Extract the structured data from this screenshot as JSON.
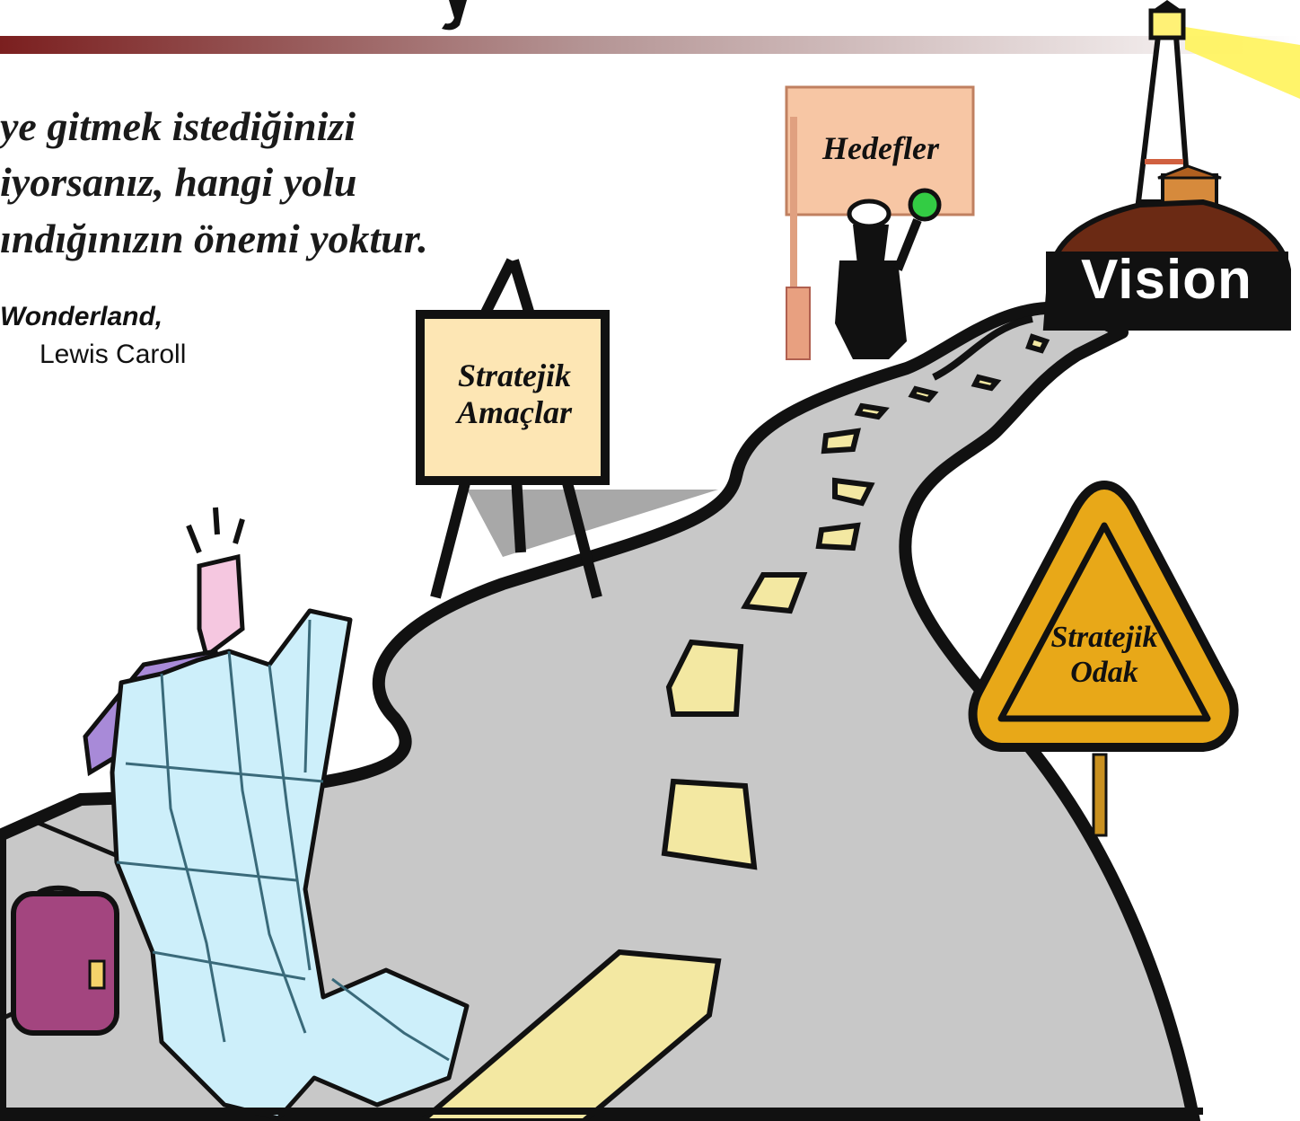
{
  "quote": {
    "lines": [
      "ye gitmek istediğinizi",
      "iyorsanız, hangi yolu",
      "ındığınızın önemi yoktur."
    ],
    "source_line1": "Wonderland,",
    "source_line2": "Lewis Caroll"
  },
  "signs": {
    "easel": [
      "Stratejik",
      "Amaçlar"
    ],
    "goals": "Hedefler",
    "warning": [
      "Stratejik",
      "Odak"
    ],
    "vision": "Vision"
  },
  "colors": {
    "road": "#c8c8c8",
    "road_edge": "#111111",
    "easel_board": "#fde6b4",
    "goals_board": "#f7c6a4",
    "warning_sign": "#e8a818",
    "map": "#cdeffa",
    "suitcase": "#a3457f",
    "header_bar": "#7b1f1f"
  },
  "icons": [
    "lighthouse-icon",
    "traveler-with-map-icon",
    "suitcase-icon",
    "policeman-icon",
    "easel-icon",
    "warning-sign-icon"
  ]
}
